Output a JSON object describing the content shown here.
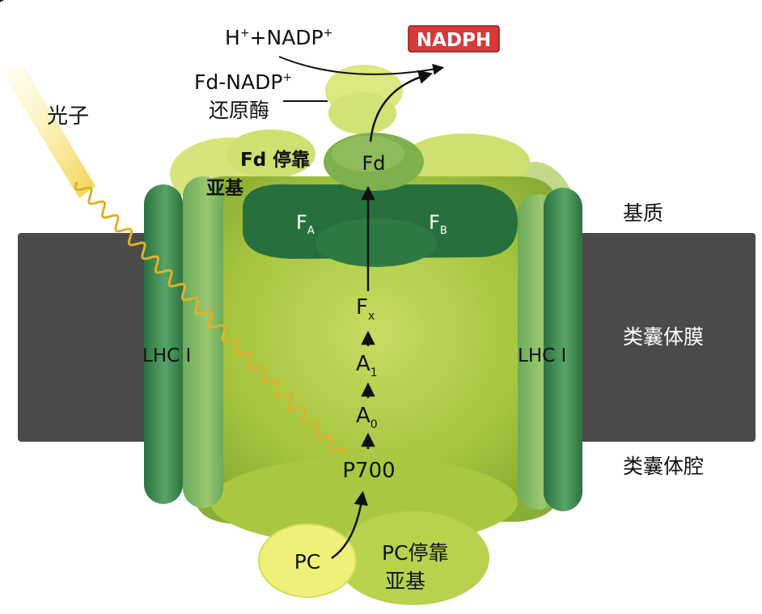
{
  "labels": {
    "photon": "光子",
    "h_plus": "H",
    "h_plus_sup": "+",
    "plus_nadp": "+NADP",
    "plus_nadp_sup": "+",
    "nadph": "NADPH",
    "fnr_line1": "Fd-NADP",
    "fnr_line1_sup": "+",
    "fnr_line2": "还原酶",
    "fd_dock_line1": "Fd 停靠",
    "fd_dock_line2": "亚基",
    "fd": "Fd",
    "fa": "F",
    "fa_sub": "A",
    "fb": "F",
    "fb_sub": "B",
    "fx": "F",
    "fx_sub": "x",
    "a1": "A",
    "a1_sub": "1",
    "a0": "A",
    "a0_sub": "0",
    "p700": "P700",
    "lhc_left": "LHC I",
    "lhc_right": "LHC I",
    "pc": "PC",
    "pc_dock_line1": "PC停靠",
    "pc_dock_line2": "亚基",
    "stroma": "基质",
    "thylakoid_membrane": "类囊体膜",
    "lumen": "类囊体腔"
  },
  "colors": {
    "membrane": "#4a4a48",
    "nadph_box": "#d83a3a",
    "core_green": "#a4c43e",
    "dark_green": "#27703d",
    "lhc_green": "#3f8d4f",
    "yellow_green": "#d8e47a",
    "pc_yellow": "#eef07a",
    "light_wave": "#e0b02a"
  }
}
